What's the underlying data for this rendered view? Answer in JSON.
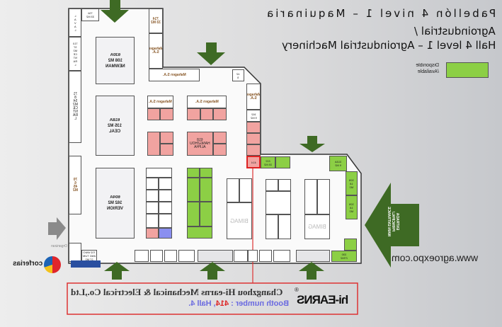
{
  "title": {
    "line1": "Pabellón 4 nivel 1 – Maquinaria",
    "line2": "Agroindustrial /",
    "line3": "Hall 4 level 1 – Agroindustrial Machinery"
  },
  "legend": {
    "label": "Disponible\n/Available",
    "color": "#8ccf45"
  },
  "website": "www.agroexpo.com",
  "entrance": "ENTRADA\nPRINCIPAL/\nMAIN ENTRANCE",
  "organizer": "Organizan",
  "corferias": "corferias",
  "exhibitor": {
    "company": "Changzhou Hi-earns Mechanical & Electrical Co.,Ltd",
    "booth_prefix": "Booth number : ",
    "booth_number": "414",
    "booth_suffix": ", Hall 4.",
    "logo": "hi-EARNS",
    "registered": "®"
  },
  "booths": {
    "newman": "630A\n108 M2\nNEWMAN",
    "ceal": "618A\n135 M2\nCEAL",
    "verion": "604A\n162 M2\nVERION",
    "laval": "L\nA\nV\nA\nL",
    "central1": "710\n37\nM2\nCE\nNT\nRA\nL",
    "central2": "71\n8\n54\nM2\nCE\nNT\nRA\nL",
    "b734": "734\n33 M2",
    "b714": "714\n33 M2",
    "b42": "42\n5",
    "b162": "162\n9 M2",
    "b70": "70\n6\n45\nM2",
    "mahagen": "Mahagen S.A.",
    "hangzhou": "618\nHANGZHOU\nALPHA",
    "b222": "222\n33 M2",
    "b313": "313A\n9 M2",
    "b330": "330\n27M2",
    "b328": "328\n18\nM2",
    "b326": "326\n18\nM2",
    "b702": "702 ANIO\nAND TUM\n27 M2",
    "bimag": "BIMAG"
  }
}
